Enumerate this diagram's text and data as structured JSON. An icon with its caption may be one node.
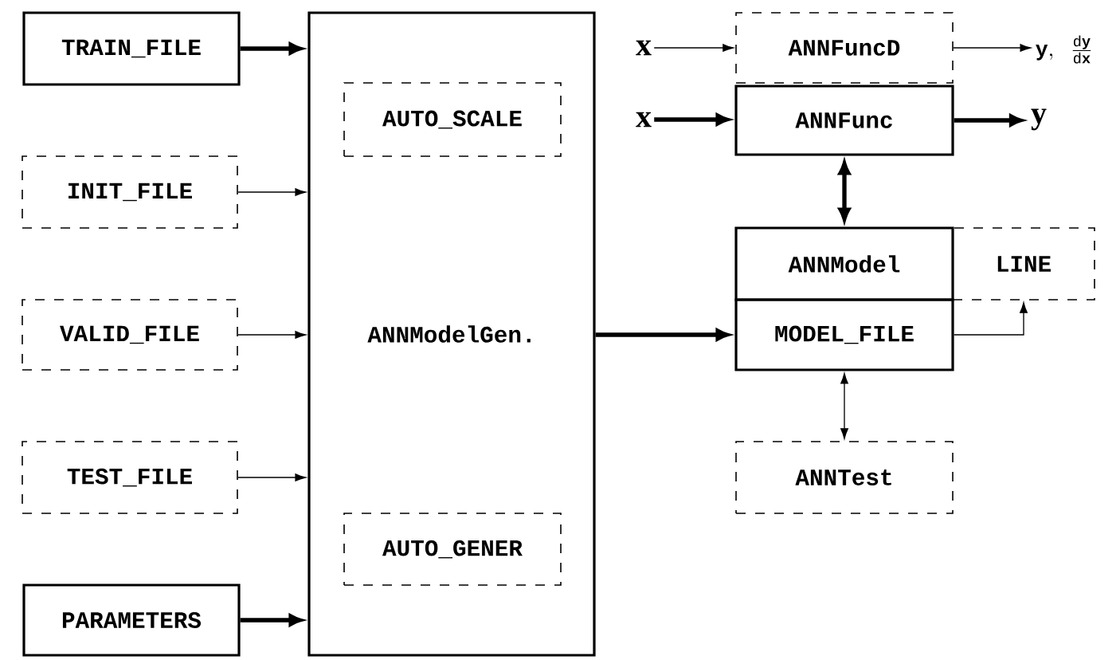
{
  "diagram": {
    "nodes": [
      {
        "text": [
          "TRAIN_FILE"
        ]
      },
      {
        "text": [
          "INIT_FILE"
        ]
      },
      {
        "text": [
          "VALID_FILE"
        ]
      },
      {
        "text": [
          "TEST_FILE"
        ]
      },
      {
        "text": [
          "PARAMETERS"
        ]
      },
      {
        "text": [
          "ANNModelGen."
        ]
      },
      {
        "text": [
          "AUTO_SCALE"
        ],
        "in": 5
      },
      {
        "text": [
          "AUTO_GENER"
        ],
        "in": 5
      },
      {
        "text": [
          "ANNFuncD"
        ]
      },
      {
        "text": [
          "ANNFunc"
        ]
      },
      {
        "text": [
          "ANNModel"
        ]
      },
      {
        "text": [
          "LINE"
        ]
      },
      {
        "text": [
          "MODEL_FILE"
        ]
      },
      {
        "text": [
          "ANNTest"
        ]
      },
      {
        "text": [
          "x"
        ]
      },
      {
        "text": [
          "x"
        ]
      },
      {
        "text": [
          "\\mathbf{y},\\ \\frac{\\mathrm{d}\\mathbf{y}}{\\mathrm{d}\\mathbf{x}}"
        ]
      },
      {
        "text": [
          "y"
        ]
      }
    ],
    "edges": [
      {
        "from": 0,
        "to": 5,
        "arrow": "to",
        "style": "thick"
      },
      {
        "from": 1,
        "to": 5,
        "arrow": "to"
      },
      {
        "from": 2,
        "to": 5,
        "arrow": "to"
      },
      {
        "from": 3,
        "to": 5,
        "arrow": "to"
      },
      {
        "from": 4,
        "to": 5,
        "arrow": "to",
        "style": "thick"
      },
      {
        "from": 14,
        "to": 8,
        "arrow": "to"
      },
      {
        "from": 15,
        "to": 9,
        "arrow": "to",
        "style": "thick"
      },
      {
        "from": 8,
        "to": 16,
        "arrow": "to"
      },
      {
        "from": 9,
        "to": 17,
        "arrow": "to",
        "style": "thick"
      },
      {
        "from": 9,
        "to": 10,
        "arrow": "both",
        "style": "thick"
      },
      {
        "from": 5,
        "to": 12,
        "arrow": "to",
        "style": "thick"
      },
      {
        "from": 12,
        "to": 11,
        "arrow": "to"
      },
      {
        "from": 12,
        "to": 13,
        "arrow": "both"
      }
    ]
  }
}
